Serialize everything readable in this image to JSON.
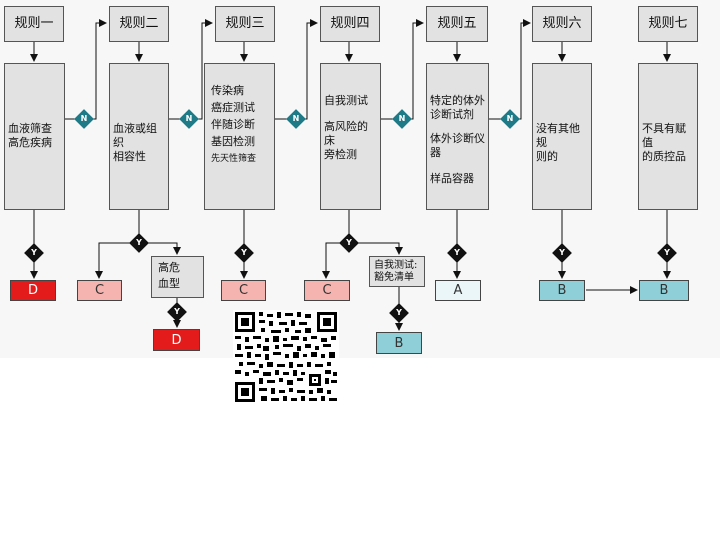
{
  "rules": [
    {
      "id": "r1",
      "header": "规则一",
      "lines": [
        "血液筛查",
        "高危疾病"
      ]
    },
    {
      "id": "r2",
      "header": "规则二",
      "lines": [
        "血液或组织",
        "相容性"
      ]
    },
    {
      "id": "r3",
      "header": "规则三",
      "lines": [
        "传染病",
        "癌症测试",
        "伴随诊断",
        "基因检测"
      ],
      "small_line": "先天性筛查"
    },
    {
      "id": "r4",
      "header": "规则四",
      "lines": [
        "自我测试",
        "高风险的床",
        "旁检测"
      ]
    },
    {
      "id": "r5",
      "header": "规则五",
      "lines": [
        "特定的体外",
        "诊断试剂",
        "体外诊断仪",
        "器",
        "样品容器"
      ]
    },
    {
      "id": "r6",
      "header": "规则六",
      "lines": [
        "没有其他规",
        "则的"
      ]
    },
    {
      "id": "r7",
      "header": "规则七",
      "lines": [
        "不具有赋值",
        "的质控品"
      ]
    }
  ],
  "sub_boxes": [
    {
      "id": "s2",
      "lines": [
        "高危",
        "血型"
      ]
    },
    {
      "id": "s4",
      "lines": [
        "自我测试:",
        "豁免清单"
      ]
    }
  ],
  "results": [
    {
      "id": "res1",
      "label": "D",
      "class": "D"
    },
    {
      "id": "res2a",
      "label": "C",
      "class": "C"
    },
    {
      "id": "res2b",
      "label": "D",
      "class": "D"
    },
    {
      "id": "res3",
      "label": "C",
      "class": "C"
    },
    {
      "id": "res4a",
      "label": "C",
      "class": "C"
    },
    {
      "id": "res4b",
      "label": "B",
      "class": "B"
    },
    {
      "id": "res5",
      "label": "A",
      "class": "A"
    },
    {
      "id": "res6",
      "label": "B",
      "class": "B"
    },
    {
      "id": "res7",
      "label": "B",
      "class": "B"
    }
  ],
  "decision_yes": "Y",
  "decision_no": "N",
  "colors": {
    "class_D": "#e31b1b",
    "class_C": "#f6b4b0",
    "class_A": "#eaf6f8",
    "class_B": "#8fd0d8",
    "no_diamond": "#1e7a86"
  }
}
